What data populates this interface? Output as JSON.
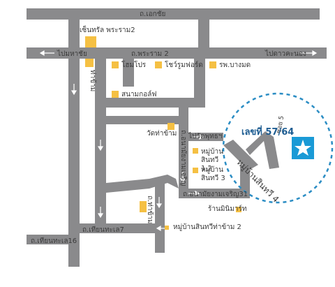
{
  "colors": {
    "road": "#8a8a8c",
    "landmark": "#f5c043",
    "destination": "#1a9ad6",
    "circle": "#2b8dc4",
    "text": "#3a3a3a",
    "address_text": "#1e5d92"
  },
  "roads": {
    "ekkachai": "ถ.เอกชัย",
    "rama2": "ถ.พระราม 2",
    "to_mahachai": "ไปมหาชัย",
    "to_daokhanong": "ไปดาวคะนอง",
    "bangkhae": "ท่าข้าม",
    "thian_thale7": "ถ.เทียนทะเล7",
    "thian_thale16": "ถ.เทียนทะเล16",
    "thakham": "ถ.ท่าข้าม",
    "ocean_dakham": "ถ.อนามัยงามเจริญ",
    "anamai_31": "ถ.อนามัยงามเจริญ31",
    "to_wat_phuttha": "ไปวัดพุทธฯ",
    "soi_5": "ซอย 5"
  },
  "places": {
    "central_rama2": "เซ็นทรัล พระราม2",
    "home_pro": "โฮมโปร",
    "show_room_world": "โชว์รูมฟอร์ด",
    "bangmod_hospital": "รพ.บางมด",
    "golf_field": "สนามกอล์ฟ",
    "wat_thakham": "วัดท่าข้าม",
    "village_1_2": "หมู่บ้าน สินทวี 1,2",
    "village_3": "หมู่บ้าน สินทวี 3",
    "mini_mart": "ร้านมินิมาร์ท",
    "village_thakham2": "หมู่บ้านสินทวีท่าข้าม 2",
    "village_4": "หมู่บ้านสินทวี 4",
    "address": "เลขที่ 57/64"
  }
}
